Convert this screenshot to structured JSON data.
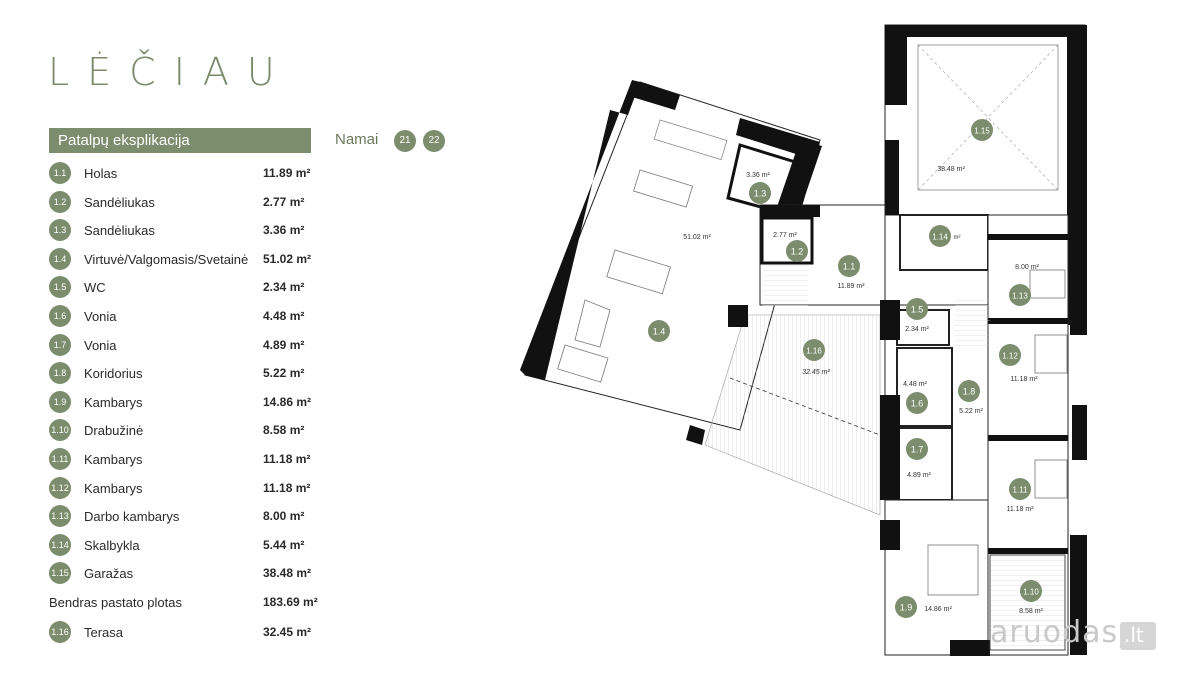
{
  "brand": {
    "logo_text": "LĖČIAU"
  },
  "legend": {
    "title": "Patalpų eksplikacija",
    "rooms": [
      {
        "id": "1.1",
        "name": "Holas",
        "area": "11.89 m²"
      },
      {
        "id": "1.2",
        "name": "Sandėliukas",
        "area": "2.77 m²"
      },
      {
        "id": "1.3",
        "name": "Sandėliukas",
        "area": "3.36 m²"
      },
      {
        "id": "1.4",
        "name": "Virtuvė/Valgomasis/Svetainė",
        "area": "51.02 m²"
      },
      {
        "id": "1.5",
        "name": "WC",
        "area": "2.34 m²"
      },
      {
        "id": "1.6",
        "name": "Vonia",
        "area": "4.48  m²"
      },
      {
        "id": "1.7",
        "name": "Vonia",
        "area": "4.89  m²"
      },
      {
        "id": "1.8",
        "name": "Koridorius",
        "area": "5.22  m²"
      },
      {
        "id": "1.9",
        "name": "Kambarys",
        "area": "14.86 m²"
      },
      {
        "id": "1.10",
        "name": "Drabužinė",
        "area": "8.58  m²"
      },
      {
        "id": "1.11",
        "name": "Kambarys",
        "area": "11.18 m²"
      },
      {
        "id": "1.12",
        "name": "Kambarys",
        "area": "11.18 m²"
      },
      {
        "id": "1.13",
        "name": "Darbo kambarys",
        "area": "8.00 m²"
      },
      {
        "id": "1.14",
        "name": "Skalbykla",
        "area": "5.44 m²"
      },
      {
        "id": "1.15",
        "name": "Garažas",
        "area": "38.48 m²"
      }
    ],
    "total": {
      "label": "Bendras pastato plotas",
      "area": "183.69 m²"
    },
    "terrace": {
      "id": "1.16",
      "name": "Terasa",
      "area": "32.45 m²"
    }
  },
  "houses": {
    "label": "Namai",
    "numbers": [
      "21",
      "22"
    ]
  },
  "plan": {
    "labels": [
      {
        "id": "1.1",
        "area": "11.89 m²"
      },
      {
        "id": "1.2",
        "area": "2.77 m²"
      },
      {
        "id": "1.3",
        "area": "3.36 m²"
      },
      {
        "id": "1.4",
        "area": "51.02 m²"
      },
      {
        "id": "1.5",
        "area": "2.34 m²"
      },
      {
        "id": "1.6",
        "area": "4.48 m²"
      },
      {
        "id": "1.7",
        "area": "4.89 m²"
      },
      {
        "id": "1.8",
        "area": "5.22 m²"
      },
      {
        "id": "1.9",
        "area": "14.86 m²"
      },
      {
        "id": "1.10",
        "area": "8.58 m²"
      },
      {
        "id": "1.11",
        "area": "11.18 m²"
      },
      {
        "id": "1.12",
        "area": "11.18 m²"
      },
      {
        "id": "1.13",
        "area": "8.00 m²"
      },
      {
        "id": "1.14",
        "area": "m²"
      },
      {
        "id": "1.15",
        "area": "38.48 m²"
      },
      {
        "id": "1.16",
        "area": "32.45 m²"
      }
    ]
  },
  "watermark": {
    "text": "aruodas",
    "suffix": ".lt"
  },
  "colors": {
    "accent": "#7b8d6c",
    "wall": "#111111"
  }
}
